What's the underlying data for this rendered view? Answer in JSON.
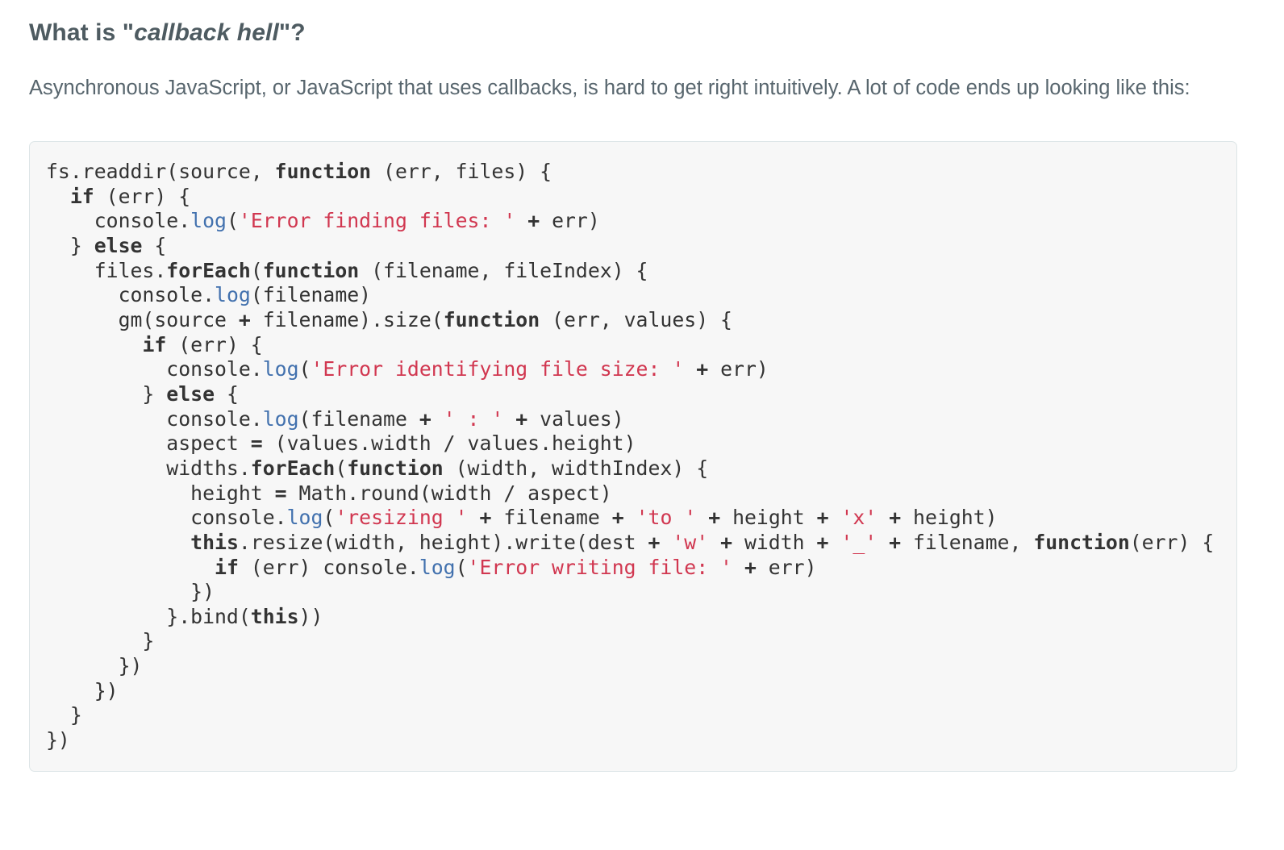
{
  "heading": {
    "prefix": "What is \"",
    "emphasis": "callback hell",
    "suffix": "\"?"
  },
  "intro": {
    "text": "Asynchronous JavaScript, or JavaScript that uses callbacks, is hard to get right intuitively. A lot of code ends up looking like this:"
  },
  "colors": {
    "heading": "#4e5b61",
    "body_text": "#58666e",
    "code_text": "#333333",
    "code_string": "#d13750",
    "code_builtin": "#4271ae",
    "code_background": "#f7f7f7",
    "code_border": "#dde5e7",
    "page_background": "#ffffff"
  },
  "code_block": {
    "language": "javascript",
    "plain_text": "fs.readdir(source, function (err, files) {\n  if (err) {\n    console.log('Error finding files: ' + err)\n  } else {\n    files.forEach(function (filename, fileIndex) {\n      console.log(filename)\n      gm(source + filename).size(function (err, values) {\n        if (err) {\n          console.log('Error identifying file size: ' + err)\n        } else {\n          console.log(filename + ' : ' + values)\n          aspect = (values.width / values.height)\n          widths.forEach(function (width, widthIndex) {\n            height = Math.round(width / aspect)\n            console.log('resizing ' + filename + 'to ' + height + 'x' + height)\n            this.resize(width, height).write(dest + 'w' + width + '_' + filename, function(err) {\n              if (err) console.log('Error writing file: ' + err)\n            })\n          }.bind(this))\n        }\n      })\n    })\n  }\n})",
    "lines": [
      [
        {
          "t": "fs.readdir(source, ",
          "c": "pln"
        },
        {
          "t": "function",
          "c": "kw"
        },
        {
          "t": " (err, files) {",
          "c": "pln"
        }
      ],
      [
        {
          "t": "  ",
          "c": "pln"
        },
        {
          "t": "if",
          "c": "kw"
        },
        {
          "t": " (err) {",
          "c": "pln"
        }
      ],
      [
        {
          "t": "    console.",
          "c": "pln"
        },
        {
          "t": "log",
          "c": "blt"
        },
        {
          "t": "(",
          "c": "pln"
        },
        {
          "t": "'Error finding files: '",
          "c": "str"
        },
        {
          "t": " ",
          "c": "pln"
        },
        {
          "t": "+",
          "c": "op"
        },
        {
          "t": " err)",
          "c": "pln"
        }
      ],
      [
        {
          "t": "  } ",
          "c": "pln"
        },
        {
          "t": "else",
          "c": "kw"
        },
        {
          "t": " {",
          "c": "pln"
        }
      ],
      [
        {
          "t": "    files.",
          "c": "pln"
        },
        {
          "t": "forEach",
          "c": "fn"
        },
        {
          "t": "(",
          "c": "pln"
        },
        {
          "t": "function",
          "c": "kw"
        },
        {
          "t": " (filename, fileIndex) {",
          "c": "pln"
        }
      ],
      [
        {
          "t": "      console.",
          "c": "pln"
        },
        {
          "t": "log",
          "c": "blt"
        },
        {
          "t": "(filename)",
          "c": "pln"
        }
      ],
      [
        {
          "t": "      gm(source ",
          "c": "pln"
        },
        {
          "t": "+",
          "c": "op"
        },
        {
          "t": " filename).size(",
          "c": "pln"
        },
        {
          "t": "function",
          "c": "kw"
        },
        {
          "t": " (err, values) {",
          "c": "pln"
        }
      ],
      [
        {
          "t": "        ",
          "c": "pln"
        },
        {
          "t": "if",
          "c": "kw"
        },
        {
          "t": " (err) {",
          "c": "pln"
        }
      ],
      [
        {
          "t": "          console.",
          "c": "pln"
        },
        {
          "t": "log",
          "c": "blt"
        },
        {
          "t": "(",
          "c": "pln"
        },
        {
          "t": "'Error identifying file size: '",
          "c": "str"
        },
        {
          "t": " ",
          "c": "pln"
        },
        {
          "t": "+",
          "c": "op"
        },
        {
          "t": " err)",
          "c": "pln"
        }
      ],
      [
        {
          "t": "        } ",
          "c": "pln"
        },
        {
          "t": "else",
          "c": "kw"
        },
        {
          "t": " {",
          "c": "pln"
        }
      ],
      [
        {
          "t": "          console.",
          "c": "pln"
        },
        {
          "t": "log",
          "c": "blt"
        },
        {
          "t": "(filename ",
          "c": "pln"
        },
        {
          "t": "+",
          "c": "op"
        },
        {
          "t": " ",
          "c": "pln"
        },
        {
          "t": "' : '",
          "c": "str"
        },
        {
          "t": " ",
          "c": "pln"
        },
        {
          "t": "+",
          "c": "op"
        },
        {
          "t": " values)",
          "c": "pln"
        }
      ],
      [
        {
          "t": "          aspect ",
          "c": "pln"
        },
        {
          "t": "=",
          "c": "op"
        },
        {
          "t": " (values.width / values.height)",
          "c": "pln"
        }
      ],
      [
        {
          "t": "          widths.",
          "c": "pln"
        },
        {
          "t": "forEach",
          "c": "fn"
        },
        {
          "t": "(",
          "c": "pln"
        },
        {
          "t": "function",
          "c": "kw"
        },
        {
          "t": " (width, widthIndex) {",
          "c": "pln"
        }
      ],
      [
        {
          "t": "            height ",
          "c": "pln"
        },
        {
          "t": "=",
          "c": "op"
        },
        {
          "t": " Math.round(width / aspect)",
          "c": "pln"
        }
      ],
      [
        {
          "t": "            console.",
          "c": "pln"
        },
        {
          "t": "log",
          "c": "blt"
        },
        {
          "t": "(",
          "c": "pln"
        },
        {
          "t": "'resizing '",
          "c": "str"
        },
        {
          "t": " ",
          "c": "pln"
        },
        {
          "t": "+",
          "c": "op"
        },
        {
          "t": " filename ",
          "c": "pln"
        },
        {
          "t": "+",
          "c": "op"
        },
        {
          "t": " ",
          "c": "pln"
        },
        {
          "t": "'to '",
          "c": "str"
        },
        {
          "t": " ",
          "c": "pln"
        },
        {
          "t": "+",
          "c": "op"
        },
        {
          "t": " height ",
          "c": "pln"
        },
        {
          "t": "+",
          "c": "op"
        },
        {
          "t": " ",
          "c": "pln"
        },
        {
          "t": "'x'",
          "c": "str"
        },
        {
          "t": " ",
          "c": "pln"
        },
        {
          "t": "+",
          "c": "op"
        },
        {
          "t": " height)",
          "c": "pln"
        }
      ],
      [
        {
          "t": "            ",
          "c": "pln"
        },
        {
          "t": "this",
          "c": "kw"
        },
        {
          "t": ".resize(width, height).write(dest ",
          "c": "pln"
        },
        {
          "t": "+",
          "c": "op"
        },
        {
          "t": " ",
          "c": "pln"
        },
        {
          "t": "'w'",
          "c": "str"
        },
        {
          "t": " ",
          "c": "pln"
        },
        {
          "t": "+",
          "c": "op"
        },
        {
          "t": " width ",
          "c": "pln"
        },
        {
          "t": "+",
          "c": "op"
        },
        {
          "t": " ",
          "c": "pln"
        },
        {
          "t": "'_'",
          "c": "str"
        },
        {
          "t": " ",
          "c": "pln"
        },
        {
          "t": "+",
          "c": "op"
        },
        {
          "t": " filename, ",
          "c": "pln"
        },
        {
          "t": "function",
          "c": "kw"
        },
        {
          "t": "(err) {",
          "c": "pln"
        }
      ],
      [
        {
          "t": "              ",
          "c": "pln"
        },
        {
          "t": "if",
          "c": "kw"
        },
        {
          "t": " (err) console.",
          "c": "pln"
        },
        {
          "t": "log",
          "c": "blt"
        },
        {
          "t": "(",
          "c": "pln"
        },
        {
          "t": "'Error writing file: '",
          "c": "str"
        },
        {
          "t": " ",
          "c": "pln"
        },
        {
          "t": "+",
          "c": "op"
        },
        {
          "t": " err)",
          "c": "pln"
        }
      ],
      [
        {
          "t": "            })",
          "c": "pln"
        }
      ],
      [
        {
          "t": "          }.bind(",
          "c": "pln"
        },
        {
          "t": "this",
          "c": "kw"
        },
        {
          "t": "))",
          "c": "pln"
        }
      ],
      [
        {
          "t": "        }",
          "c": "pln"
        }
      ],
      [
        {
          "t": "      })",
          "c": "pln"
        }
      ],
      [
        {
          "t": "    })",
          "c": "pln"
        }
      ],
      [
        {
          "t": "  }",
          "c": "pln"
        }
      ],
      [
        {
          "t": "})",
          "c": "pln"
        }
      ]
    ]
  }
}
